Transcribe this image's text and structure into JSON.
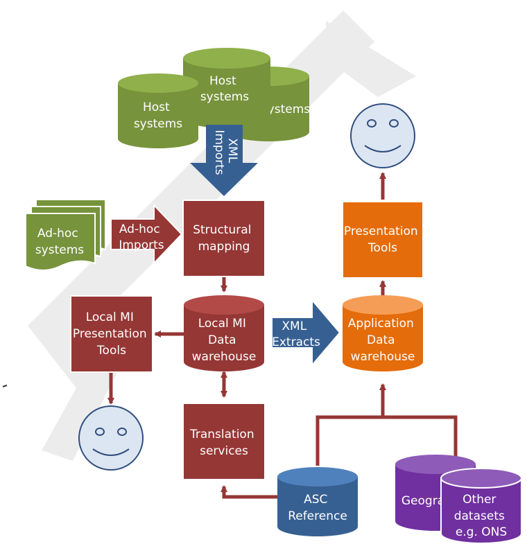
{
  "host_systems": {
    "back_right": [
      "systems"
    ],
    "center": [
      "Host",
      "systems"
    ],
    "front_left": [
      "Host",
      "systems"
    ]
  },
  "xml_imports": [
    "XML",
    "Imports"
  ],
  "adhoc_systems": [
    "Ad-hoc",
    "systems"
  ],
  "adhoc_imports": [
    "Ad-hoc",
    "Imports"
  ],
  "structural_mapping": [
    "Structural",
    "mapping"
  ],
  "local_mi_presentation": [
    "Local MI",
    "Presentation",
    "Tools"
  ],
  "local_mi_warehouse": [
    "Local MI",
    "Data",
    "warehouse"
  ],
  "xml_extracts": [
    "XML",
    "Extracts"
  ],
  "application_warehouse": [
    "Application",
    "Data",
    "warehouse"
  ],
  "presentation_tools": [
    "Presentation",
    "Tools"
  ],
  "translation_services": [
    "Translation",
    "services"
  ],
  "asc_reference": [
    "ASC",
    "Reference"
  ],
  "geography": [
    "Geogra"
  ],
  "other_datasets": [
    "Other",
    "datasets",
    "e.g. ONS"
  ],
  "colors": {
    "green": "#77933c",
    "green_top": "#8fb04a",
    "red": "#953735",
    "blue": "#376092",
    "blue_top": "#4f81bd",
    "orange": "#e46c0a",
    "orange_top": "#f59d56",
    "purple": "#7030a0",
    "purple_top": "#8e5cb8",
    "face_fill": "#dce6f2",
    "face_stroke": "#2f4d7e"
  }
}
